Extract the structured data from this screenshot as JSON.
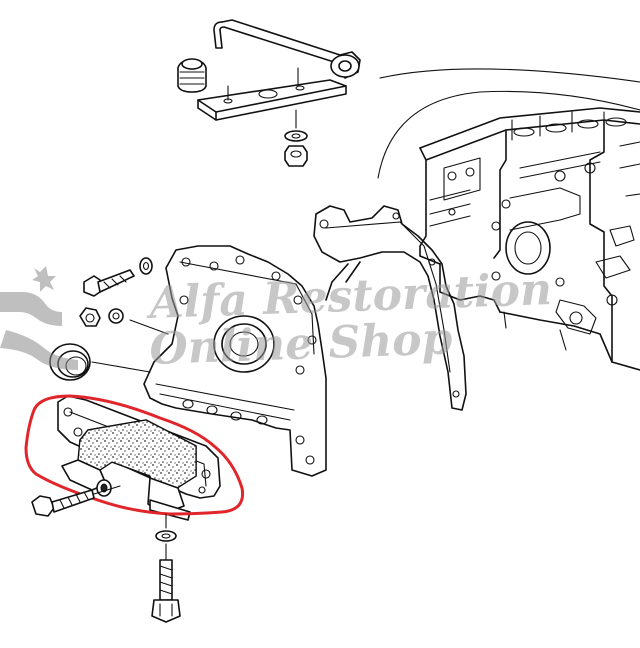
{
  "watermark": {
    "line1": "Alfa Restoration",
    "line2": "Online Shop"
  },
  "highlight": {
    "color": "#e0262b",
    "target": "engine-mount-bracket"
  },
  "colors": {
    "line": "#111111",
    "watermark": "#8a8a8a",
    "background": "#ffffff"
  }
}
